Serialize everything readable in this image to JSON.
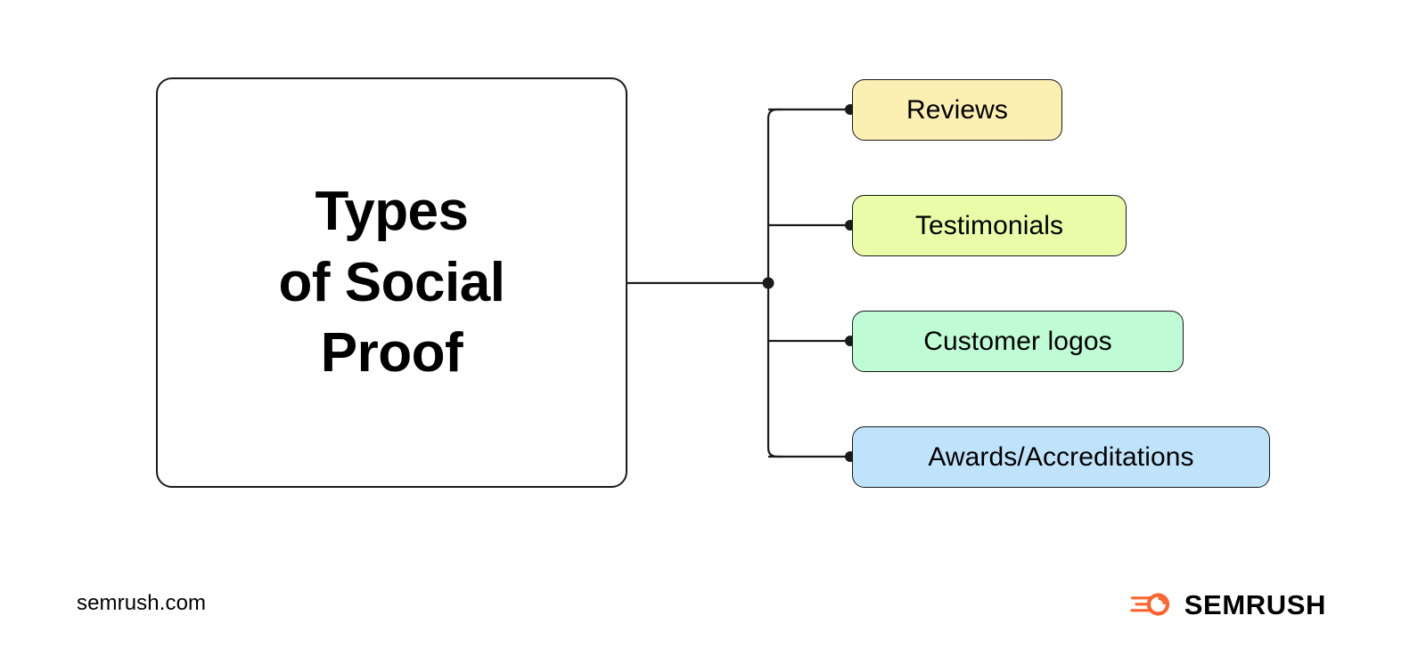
{
  "diagram": {
    "root": {
      "title": "Types\nof Social\nProof"
    },
    "branches": [
      {
        "label": "Reviews",
        "color": "#FBEFB2"
      },
      {
        "label": "Testimonials",
        "color": "#EAFCA8"
      },
      {
        "label": "Customer logos",
        "color": "#BFFBD4"
      },
      {
        "label": "Awards/Accreditations",
        "color": "#BFE3FB"
      }
    ],
    "line_color": "#1a1a1a"
  },
  "footer": {
    "url": "semrush.com",
    "brand": "SEMRUSH",
    "brand_color": "#FF642D",
    "logo_icon": "semrush-comet-icon"
  }
}
